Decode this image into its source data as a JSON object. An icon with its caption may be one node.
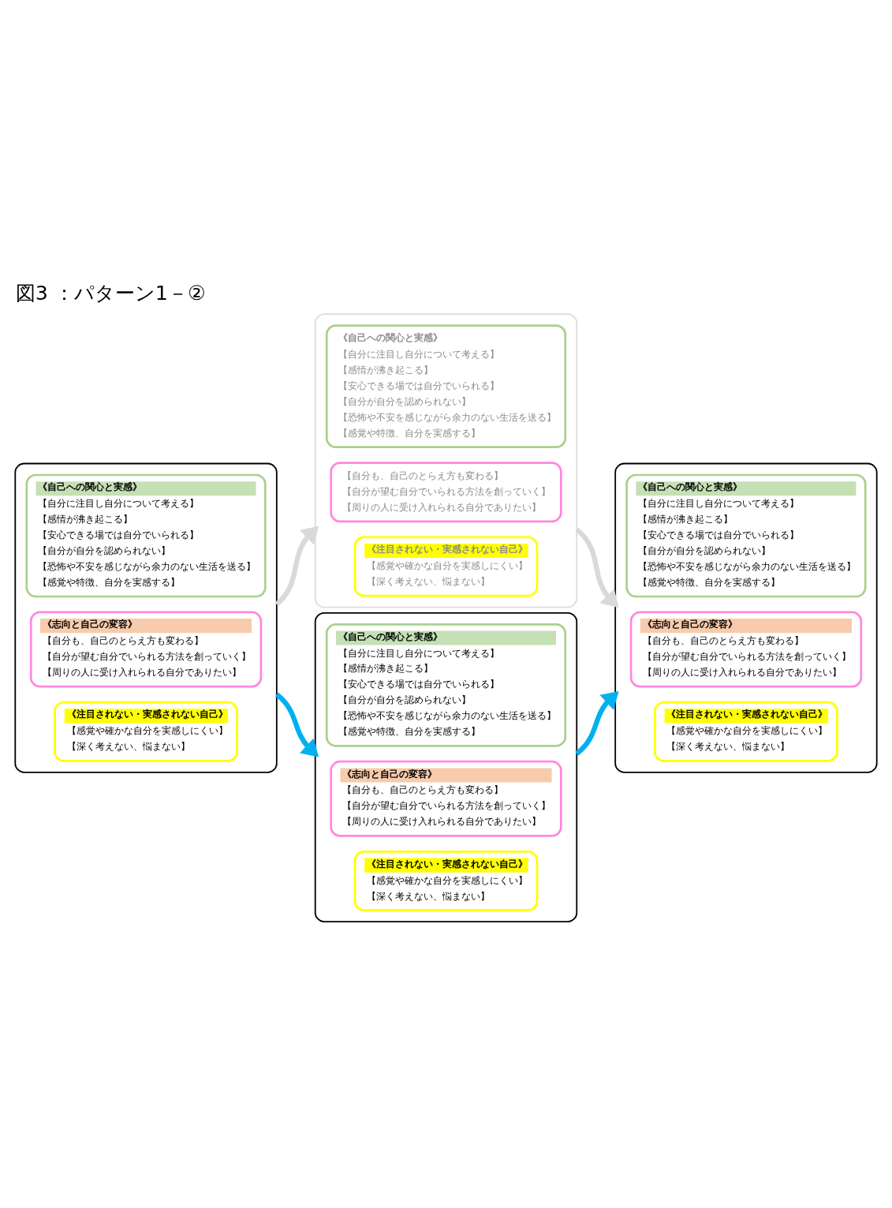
{
  "diagram": {
    "title": "図3 ：パターン1－②",
    "nodes": [
      {
        "text": [],
        "shape": "box"
      },
      {
        "text": [
          "《自己への関心と実感》",
          "【自分に注目し自分について考える】",
          "【感情が沸き起こる】",
          "【安心できる場では自分でいられる】",
          "【自分が自分を認められない】",
          "【恐怖や不安を感じながら余力のない生活を送る】",
          "【感覚や特徴、自分を実感する】"
        ],
        "in": 0
      },
      {
        "text": [
          "《志向と自己の変容》",
          "【自分も、自己のとらえ方も変わる】",
          "【自分が望む自分でいられる方法を創っていく】",
          "【周りの人に受け入れられる自分でありたい】"
        ],
        "in": 0
      },
      {
        "text": [
          "《注目されない・実感されない自己》",
          "【感覚や確かな自分を実感しにくい】",
          "【深く考えない、悩まない】"
        ],
        "in": 0
      },
      {
        "text": [],
        "shape": "box"
      },
      {
        "text": [
          "《自己への関心と実感》",
          "【自分に注目し自分について考える】",
          "【感情が沸き起こる】",
          "【安心できる場では自分でいられる】",
          "【自分が自分を認められない】",
          "【恐怖や不安を感じながら余力のない生活を送る】",
          "【感覚や特徴、自分を実感する】"
        ],
        "in": 4
      },
      {
        "text": [
          "【自分も、自己のとらえ方も変わる】",
          "【自分が望む自分でいられる方法を創っていく】",
          "【周りの人に受け入れられる自分でありたい】"
        ],
        "in": 4
      },
      {
        "text": [
          "《注目されない・実感されない自己》",
          "【感覚や確かな自分を実感しにくい】",
          "【深く考えない、悩まない】"
        ],
        "in": 4
      },
      {
        "text": [],
        "shape": "box"
      },
      {
        "text": [
          "《自己への関心と実感》",
          "【自分に注目し自分について考える】",
          "【感情が沸き起こる】",
          "【安心できる場では自分でいられる】",
          "【自分が自分を認められない】",
          "【恐怖や不安を感じながら余力のない生活を送る】",
          "【感覚や特徴、自分を実感する】"
        ],
        "in": 8
      },
      {
        "text": [
          "《志向と自己の変容》",
          "【自分も、自己のとらえ方も変わる】",
          "【自分が望む自分でいられる方法を創っていく】",
          "【周りの人に受け入れられる自分でありたい】"
        ],
        "in": 8
      },
      {
        "text": [
          "《注目されない・実感されない自己》",
          "【感覚や確かな自分を実感しにくい】",
          "【深く考えない、悩まない】"
        ],
        "in": 8
      },
      {
        "text": [],
        "shape": "box"
      },
      {
        "text": [
          "《自己への関心と実感》",
          "【自分に注目し自分について考える】",
          "【感情が沸き起こる】",
          "【安心できる場では自分でいられる】",
          "【自分が自分を認められない】",
          "【恐怖や不安を感じながら余力のない生活を送る】",
          "【感覚や特徴、自分を実感する】"
        ],
        "in": 12
      },
      {
        "text": [
          "《志向と自己の変容》",
          "【自分も、自己のとらえ方も変わる】",
          "【自分が望む自分でいられる方法を創っていく】",
          "【周りの人に受け入れられる自分でありたい】"
        ],
        "in": 12
      },
      {
        "text": [
          "《注目されない・実感されない自己》",
          "【感覚や確かな自分を実感しにくい】",
          "【深く考えない、悩まない】"
        ],
        "in": 12
      }
    ],
    "edges": [
      {
        "from": 0,
        "to": 4,
        "arrow": "to",
        "color": "#d9d9d9"
      },
      {
        "from": 0,
        "to": 8,
        "arrow": "to",
        "color": "#00b0f0"
      },
      {
        "from": 4,
        "to": 12,
        "arrow": "to",
        "color": "#d9d9d9"
      },
      {
        "from": 8,
        "to": 12,
        "arrow": "to",
        "color": "#00b0f0"
      }
    ]
  }
}
